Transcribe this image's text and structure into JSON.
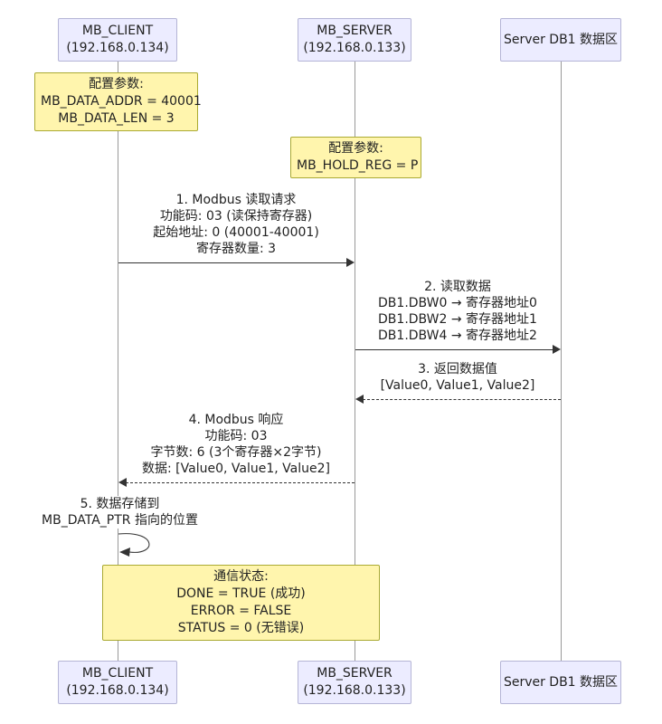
{
  "diagram": {
    "type": "sequence",
    "topic": "Modbus MB_CLIENT / MB_SERVER read transaction"
  },
  "actors": [
    {
      "line1": "MB_CLIENT",
      "line2": "(192.168.0.134)"
    },
    {
      "line1": "MB_SERVER",
      "line2": "(192.168.0.133)"
    },
    {
      "line1": "Server DB1 数据区",
      "line2": ""
    }
  ],
  "notes": [
    {
      "title": "配置参数:",
      "lines": [
        "MB_DATA_ADDR = 40001",
        "MB_DATA_LEN = 3"
      ]
    },
    {
      "title": "配置参数:",
      "lines": [
        "MB_HOLD_REG = P"
      ]
    },
    {
      "title": "通信状态:",
      "lines": [
        "DONE = TRUE (成功)",
        "ERROR = FALSE",
        "STATUS = 0 (无错误)"
      ]
    }
  ],
  "messages": [
    {
      "from": "MB_CLIENT",
      "to": "MB_SERVER",
      "style": "solid",
      "lines": [
        "1. Modbus 读取请求",
        "功能码: 03 (读保持寄存器)",
        "起始地址: 0 (40001-40001)",
        "寄存器数量: 3"
      ]
    },
    {
      "from": "MB_SERVER",
      "to": "Server DB1 数据区",
      "style": "solid",
      "lines": [
        "2. 读取数据",
        "DB1.DBW0 → 寄存器地址0",
        "DB1.DBW2 → 寄存器地址1",
        "DB1.DBW4 → 寄存器地址2"
      ]
    },
    {
      "from": "Server DB1 数据区",
      "to": "MB_SERVER",
      "style": "dashed",
      "lines": [
        "3. 返回数据值",
        "[Value0, Value1, Value2]"
      ]
    },
    {
      "from": "MB_SERVER",
      "to": "MB_CLIENT",
      "style": "dashed",
      "lines": [
        "4. Modbus 响应",
        "功能码: 03",
        "字节数: 6 (3个寄存器×2字节)",
        "数据: [Value0, Value1, Value2]"
      ]
    },
    {
      "from": "MB_CLIENT",
      "to": "MB_CLIENT",
      "style": "self",
      "lines": [
        "5. 数据存储到",
        "MB_DATA_PTR 指向的位置"
      ]
    }
  ],
  "colors": {
    "actor-fill": "#ECECFF",
    "actor-border": "#B5B5D6",
    "note-fill": "#FFF5AD",
    "note-border": "#AAAA33",
    "line-color": "#333333",
    "lifeline-color": "#999999",
    "text-color": "#222222"
  }
}
